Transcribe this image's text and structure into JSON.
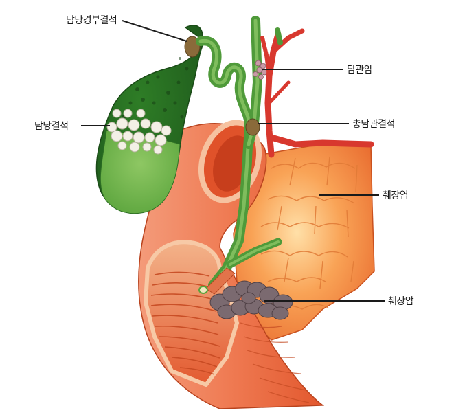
{
  "labels": {
    "gallbladder_neck_stone": "담낭경부결석",
    "gallstones": "담낭결석",
    "bile_duct_cancer": "담관암",
    "common_bile_duct_stone": "총담관결석",
    "pancreatitis": "췌장염",
    "pancreatic_cancer": "췌장암"
  },
  "colors": {
    "gallbladder": "#3f9a3a",
    "duodenum": "#e8623a",
    "pancreas": "#f08a3c",
    "artery": "#d8382e",
    "tumor": "#7b6a70",
    "stone": "#8a6a3a"
  }
}
